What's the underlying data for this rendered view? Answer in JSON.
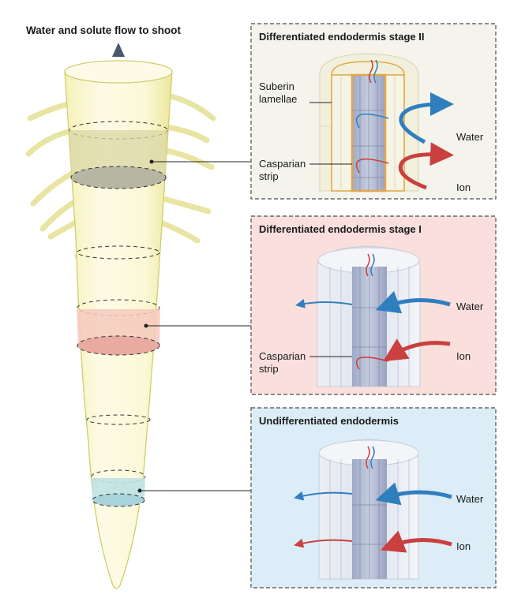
{
  "title": "Water and solute flow to shoot",
  "panels": {
    "stage2": {
      "title": "Differentiated endodermis stage II",
      "suberin_label": "Suberin\nlamellae",
      "casparian_label": "Casparian\nstrip",
      "water_label": "Water",
      "ion_label": "Ion"
    },
    "stage1": {
      "title": "Differentiated endodermis stage I",
      "casparian_label": "Casparian\nstrip",
      "water_label": "Water",
      "ion_label": "Ion"
    },
    "undiff": {
      "title": "Undifferentiated endodermis",
      "water_label": "Water",
      "ion_label": "Ion"
    }
  },
  "colors": {
    "stage2_bg": "#f4f3ec",
    "stage1_bg": "#fbdfdc",
    "undiff_bg": "#dcedf8",
    "water": "#2f7fbf",
    "ion": "#c9403f",
    "root": "#fbf8d6",
    "root_edge": "#d6d57a",
    "suberin": "#e2a23a"
  }
}
